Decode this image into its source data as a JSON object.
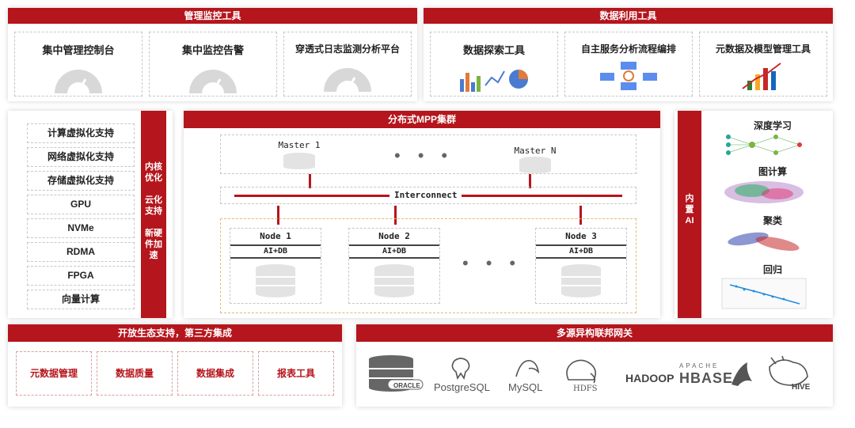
{
  "mgmt": {
    "title": "管理监控工具",
    "items": [
      "集中管理控制台",
      "集中监控告警",
      "穿透式日志监测分析平台"
    ]
  },
  "data_tools": {
    "title": "数据利用工具",
    "items": [
      "数据探索工具",
      "自主服务分析流程编排",
      "元数据及模型管理工具"
    ]
  },
  "virtual": {
    "items": [
      "计算虚拟化支持",
      "网络虚拟化支持",
      "存储虚拟化支持",
      "GPU",
      "NVMe",
      "RDMA",
      "FPGA",
      "向量计算"
    ],
    "side_label": "内核\n优化\n\n云化\n支持\n\n新硬\n件加\n速"
  },
  "mpp": {
    "title": "分布式MPP集群",
    "master1": "Master 1",
    "masterN": "Master N",
    "interconnect": "Interconnect",
    "nodes": [
      {
        "name": "Node 1",
        "sub": "AI+DB"
      },
      {
        "name": "Node 2",
        "sub": "AI+DB"
      },
      {
        "name": "Node 3",
        "sub": "AI+DB"
      }
    ]
  },
  "ai": {
    "side_label": "内\n置\nAI",
    "items": [
      "深度学习",
      "图计算",
      "聚类",
      "回归"
    ]
  },
  "eco": {
    "title": "开放生态支持，第三方集成",
    "items": [
      "元数据管理",
      "数据质量",
      "数据集成",
      "报表工具"
    ]
  },
  "gateway": {
    "title": "多源异构联邦网关",
    "logos": [
      "ORACLE",
      "PostgreSQL",
      "MySQL",
      "HDFS",
      "HADOOP",
      "APACHE",
      "HBASE",
      "HIVE"
    ]
  },
  "colors": {
    "accent": "#b5151c"
  }
}
